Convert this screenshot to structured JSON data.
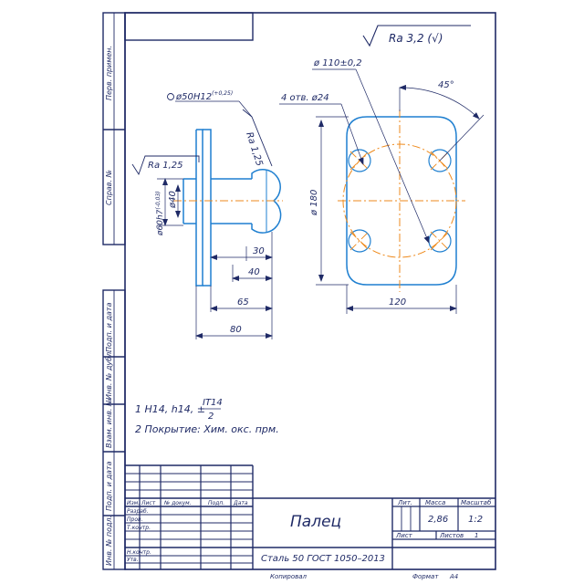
{
  "drawing": {
    "roughness_general": "Ra 3,2 (√)",
    "roughness_local": "Ra 1,25",
    "roughness_hole": "Ra 1,25",
    "hole_fit": "ø50H12",
    "hole_fit_tol": "(+0,25)",
    "shaft_fit": "ø60h7",
    "shaft_fit_tol": "(-0,03)",
    "diam_40": "ø40",
    "bolt_circle": "ø 110±0,2",
    "holes": "4 отв. ø24",
    "angle": "45°",
    "flange_side": "ø 180",
    "width": "120",
    "dim_30": "30",
    "dim_40": "40",
    "dim_65": "65",
    "dim_80": "80"
  },
  "notes": {
    "note1_prefix": "1  H14, h14, ±",
    "note1_num": "IT14",
    "note1_den": "2",
    "note2": "2  Покрытие: Хим. окс. прм."
  },
  "side_strip": {
    "perv_primen": "Перв. примен.",
    "sprav": "Справ. №",
    "podp_data_1": "Подп. и дата",
    "inv_dubl": "Инв. № дубл.",
    "vzam_inv": "Взам. инв. №",
    "podp_data_2": "Подп. и дата",
    "inv_podl": "Инв. № подл."
  },
  "title_block": {
    "headers": [
      "Изм.",
      "Лист",
      "№ докум.",
      "Подп.",
      "Дата"
    ],
    "rows": [
      "Разраб.",
      "Пров.",
      "Т.контр.",
      "",
      "Н.контр.",
      "Утв."
    ],
    "name": "Палец",
    "material": "Сталь 50 ГОСТ 1050–2013",
    "lit": "Лит.",
    "massa": "Масса",
    "masshtab": "Масштаб",
    "massa_val": "2,86",
    "masshtab_val": "1:2",
    "list": "Лист",
    "listov": "Листов",
    "listov_val": "1",
    "kopiroval": "Копировал",
    "format": "Формат",
    "format_val": "A4"
  },
  "colors": {
    "frame": "#1f2a66",
    "contour": "#1e7fd0",
    "axis": "#ee8a1c"
  }
}
